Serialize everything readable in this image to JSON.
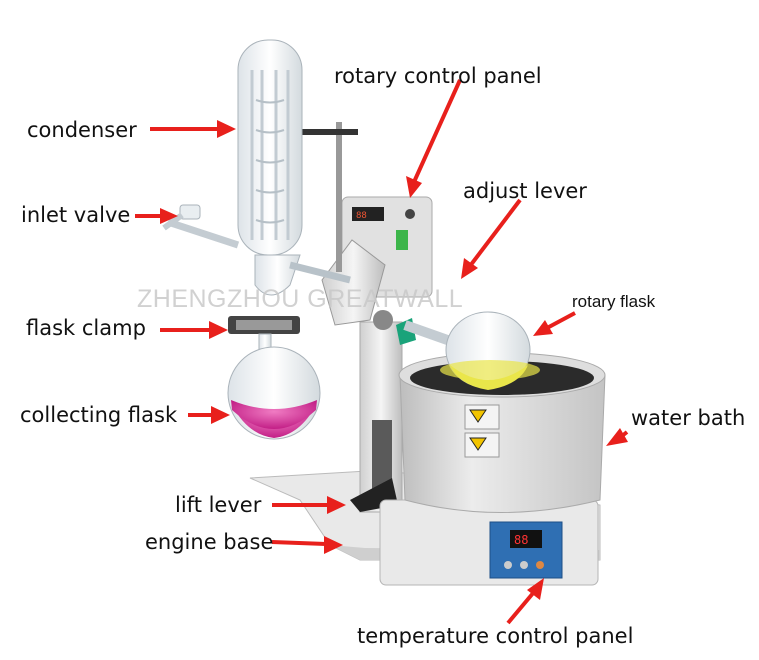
{
  "labels": {
    "rotary_control_panel": "rotary control panel",
    "condenser": "condenser",
    "adjust_lever": "adjust lever",
    "inlet_valve": "inlet valve",
    "rotary_flask": "rotary flask",
    "flask_clamp": "flask clamp",
    "collecting_flask": "collecting flask",
    "water_bath": "water bath",
    "lift_lever": "lift lever",
    "engine_base": "engine base",
    "temperature_control_panel": "temperature control panel"
  },
  "watermark": "ZHENGZHOU GREATWALL",
  "colors": {
    "arrow": "#e8201c",
    "collecting_liquid": "#d8359a",
    "rotary_liquid": "#e9e64a",
    "panel_blue": "#2f6fb3",
    "body_gray": "#e4e4e4"
  }
}
